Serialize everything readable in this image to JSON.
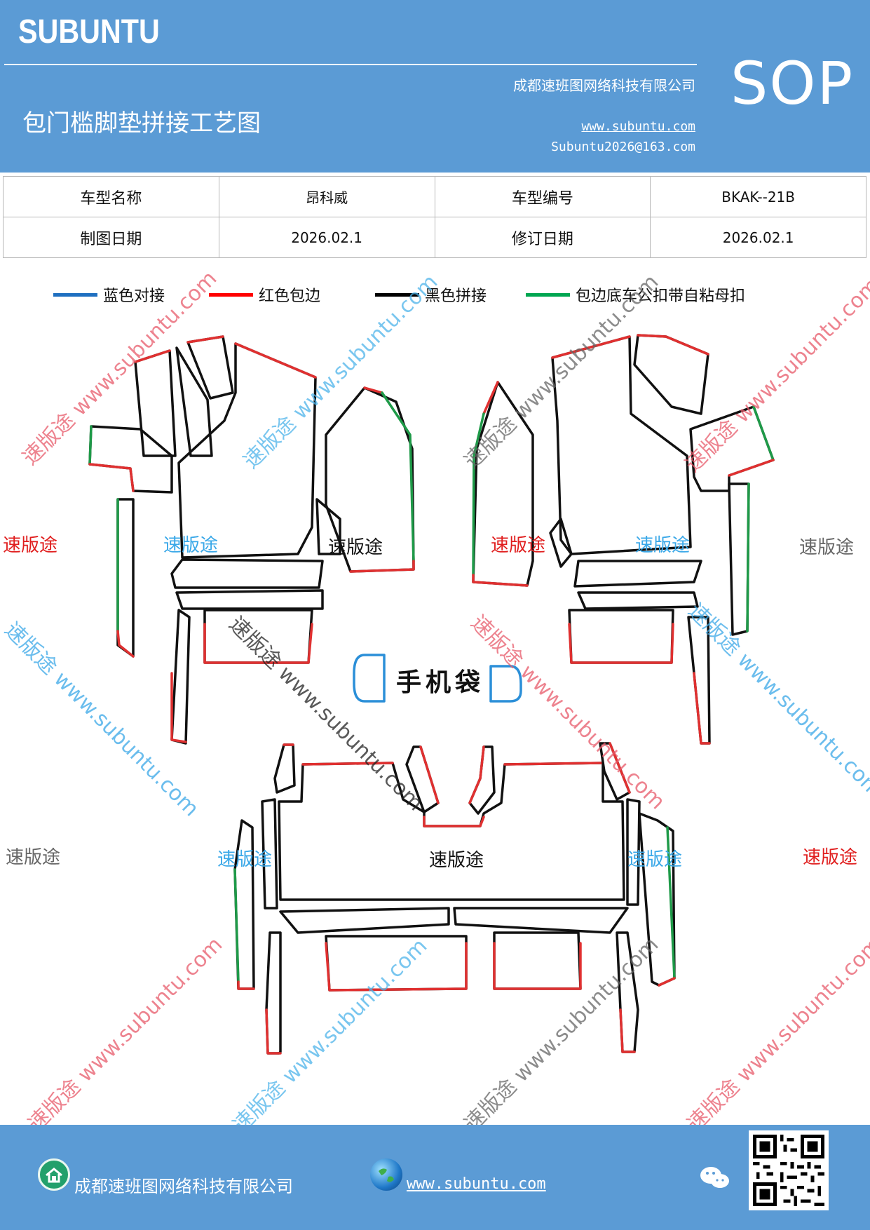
{
  "header": {
    "brand": "SUBUNTU",
    "company": "成都速班图网络科技有限公司",
    "title": "包门槛脚垫拼接工艺图",
    "website": "www.subuntu.com",
    "email": "Subuntu2026@163.com",
    "doc_type": "SOP"
  },
  "info": {
    "model_name_label": "车型名称",
    "model_name": "昂科威",
    "model_code_label": "车型编号",
    "model_code": "BKAK--21B",
    "draw_date_label": "制图日期",
    "draw_date": "2026.02.1",
    "revise_date_label": "修订日期",
    "revise_date": "2026.02.1"
  },
  "legend": [
    {
      "label": "蓝色对接",
      "color": "#1f6fc0"
    },
    {
      "label": "红色包边",
      "color": "#ff0000"
    },
    {
      "label": "黑色拼接",
      "color": "#000000"
    },
    {
      "label": "包边底车公扣带自粘母扣",
      "color": "#00a651"
    }
  ],
  "colors": {
    "header_bg": "#5b9bd5",
    "outline_red": "#e03030",
    "outline_black": "#111111",
    "outline_green": "#1e9a48",
    "outline_blue": "#2b8fd8"
  },
  "drawing": {
    "pocket_label": "手机袋",
    "mat_labels": [
      "速版途",
      "速版途",
      "速版途",
      "速版途",
      "速版途",
      "速版途",
      "速版途",
      "速版途",
      "速版途",
      "速版途"
    ]
  },
  "watermarks": {
    "diagonal": "速版途 www.subuntu.com",
    "short": "速版途"
  },
  "footer": {
    "company": "成都速班图网络科技有限公司",
    "website": "www.subuntu.com "
  }
}
